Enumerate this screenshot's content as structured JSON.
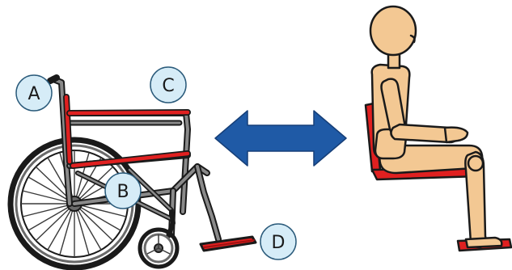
{
  "labels": {
    "a": "A",
    "b": "B",
    "c": "C",
    "d": "D"
  },
  "colors": {
    "frame": "#5a5a5a",
    "frame_light": "#8a8a8a",
    "outline": "#1a1a1a",
    "red_part": "#e02020",
    "red_dark": "#a01010",
    "skin": "#f3c893",
    "skin_shade": "#d8a06a",
    "seat_line": "#7a2a2a",
    "label_fill": "#d6ecf7",
    "label_stroke": "#2a5a7a",
    "arrow": "#1f5aa6",
    "arrow_dark": "#163f78"
  },
  "icons": {
    "wheelchair": "wheelchair-illustration",
    "arrow": "double-arrow-icon",
    "figure": "seated-figure-illustration"
  }
}
